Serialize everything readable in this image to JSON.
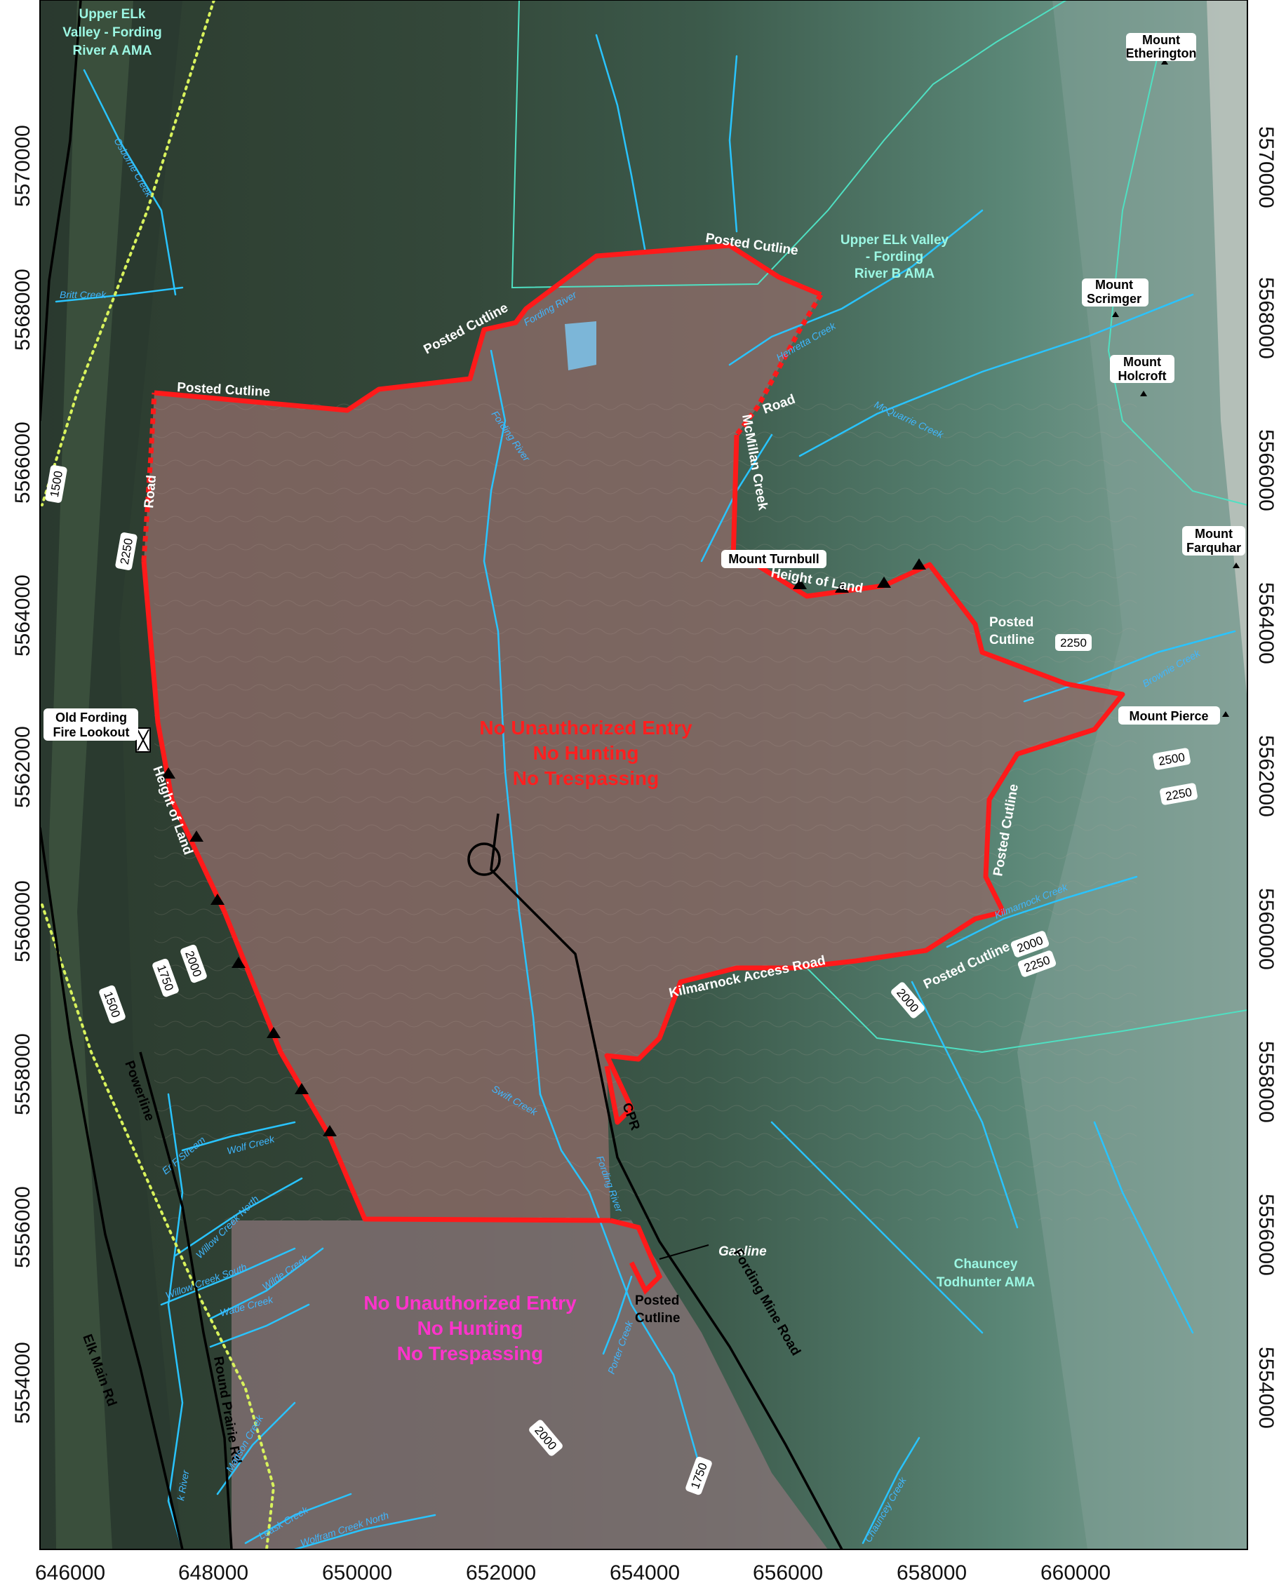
{
  "axes": {
    "x_ticks": [
      "646000",
      "648000",
      "650000",
      "652000",
      "654000",
      "656000",
      "658000",
      "660000"
    ],
    "y_ticks": [
      "5570000",
      "5568000",
      "5566000",
      "5564000",
      "5562000",
      "5560000",
      "5558000",
      "5556000",
      "5554000"
    ]
  },
  "notices": {
    "main": [
      "No Unauthorized Entry",
      "No Hunting",
      "No Trespassing"
    ],
    "south": [
      "No Unauthorized Entry",
      "No Hunting",
      "No Trespassing"
    ],
    "main_color": "#ff1f1f",
    "south_color": "#ff33cc"
  },
  "areas": {
    "ama_a": [
      "Upper ELk",
      "Valley - Fording",
      "River A AMA"
    ],
    "ama_b": [
      "Upper ELk Valley",
      "- Fording",
      "River B AMA"
    ],
    "ama_chauncey": [
      "Chauncey",
      "Todhunter AMA"
    ]
  },
  "peaks": {
    "etherington": [
      "Mount",
      "Etherington"
    ],
    "scrimger": [
      "Mount",
      "Scrimger"
    ],
    "holcroft": [
      "Mount",
      "Holcroft"
    ],
    "farquhar": [
      "Mount",
      "Farquhar"
    ],
    "pierce": "Mount Pierce",
    "turnbull": "Mount Turnbull",
    "lookout": [
      "Old Fording",
      "Fire Lookout"
    ]
  },
  "boundary_labels": {
    "cutline_north": "Posted Cutline",
    "cutline_nw": "Posted Cutline",
    "cutline_w": "Posted Cutline",
    "cutline_east": [
      "Posted",
      "Cutline"
    ],
    "cutline_e2": "Posted Cutline",
    "cutline_se": "Posted Cutline",
    "cutline_south": [
      "Posted",
      "Cutline"
    ],
    "road_w": "Road",
    "road_ne": "Road",
    "mcmillan": "McMillan Creek",
    "hol_w": "Height of Land",
    "hol_e": "Height of Land",
    "kilmarnock": "Kilmarnock Access Road"
  },
  "lines": {
    "cpr": "CPR",
    "gasline": "Gasline",
    "powerline": "Powerline",
    "fording_mine_road": "Fording Mine Road",
    "elk_main_rd": "Elk Main Rd",
    "round_prairie_rd": "Round Prairie Rd",
    "elk_river": "k River",
    "er_f_stream": "Er F Stream"
  },
  "creeks": {
    "osborne": "Osborne Creek",
    "britt": "Britt Creek",
    "fording1": "Fording River",
    "fording2": "Fording River",
    "fording3": "Fording River",
    "henretta": "Henretta Creek",
    "mcquarrie": "McQuarrie Creek",
    "brownie": "Brownie Creek",
    "kilmarnock": "Kilmarnock Creek",
    "swift": "Swift Creek",
    "wolf": "Wolf Creek",
    "willow_n": "Willow Creek North",
    "willow_s": "Willow Creek South",
    "wilde": "Wilde Creek",
    "wade": "Wade Creek",
    "porter": "Porter Creek",
    "chauncey": "Chauncey Creek",
    "leask": "Leask Creek",
    "wolfram_n": "Wolfram Creek North",
    "mattson": "Mattson Creek"
  },
  "elevations": {
    "e1500_nw": "1500",
    "e2250_w": "2250",
    "e2250_e": "2250",
    "e2500": "2500",
    "e2250_e2": "2250",
    "e2000_w": "2000",
    "e1750_w": "1750",
    "e1500_w": "1500",
    "e2000_s": "2000",
    "e2000_se": "2000",
    "e2250_se": "2250",
    "e2000_mid": "2000",
    "e2000_sc": "2000",
    "e1750_s": "1750"
  },
  "colors": {
    "boundary": "#ff1a1a",
    "stream": "#29c4ff",
    "ama_line": "#4fe0c2",
    "powerline": "#d8f25c",
    "forest_dark": "#2f4233",
    "mine_fill": "#8a6a66",
    "mountain": "#5f8a7c"
  }
}
